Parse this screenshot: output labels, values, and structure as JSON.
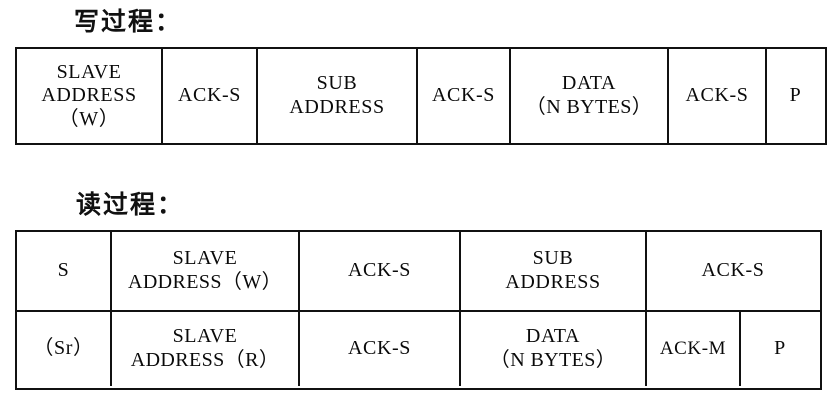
{
  "page": {
    "background": "#ffffff",
    "ink": "#111111"
  },
  "write_section": {
    "heading": "写过程：",
    "table": {
      "rows": [
        {
          "cells": [
            {
              "lines": [
                "SLAVE",
                "ADDRESS",
                "（W）"
              ]
            },
            {
              "lines": [
                "ACK-S"
              ]
            },
            {
              "lines": [
                "SUB",
                "ADDRESS"
              ]
            },
            {
              "lines": [
                "ACK-S"
              ]
            },
            {
              "lines": [
                "DATA",
                "（N BYTES）"
              ]
            },
            {
              "lines": [
                "ACK-S"
              ]
            },
            {
              "lines": [
                "P"
              ]
            }
          ]
        }
      ]
    }
  },
  "read_section": {
    "heading": "读过程：",
    "table": {
      "rows": [
        {
          "cells": [
            {
              "lines": [
                "S"
              ]
            },
            {
              "lines": [
                "SLAVE",
                "ADDRESS（W）"
              ]
            },
            {
              "lines": [
                "ACK-S"
              ]
            },
            {
              "lines": [
                "SUB",
                "ADDRESS"
              ]
            },
            {
              "lines": [
                "ACK-S"
              ]
            }
          ]
        },
        {
          "cells": [
            {
              "lines": [
                "（Sr）"
              ]
            },
            {
              "lines": [
                "SLAVE",
                "ADDRESS（R）"
              ]
            },
            {
              "lines": [
                "ACK-S"
              ]
            },
            {
              "lines": [
                "DATA",
                "（N BYTES）"
              ]
            },
            {
              "lines": [
                "ACK-M"
              ]
            },
            {
              "lines": [
                "P"
              ]
            }
          ]
        }
      ]
    }
  }
}
